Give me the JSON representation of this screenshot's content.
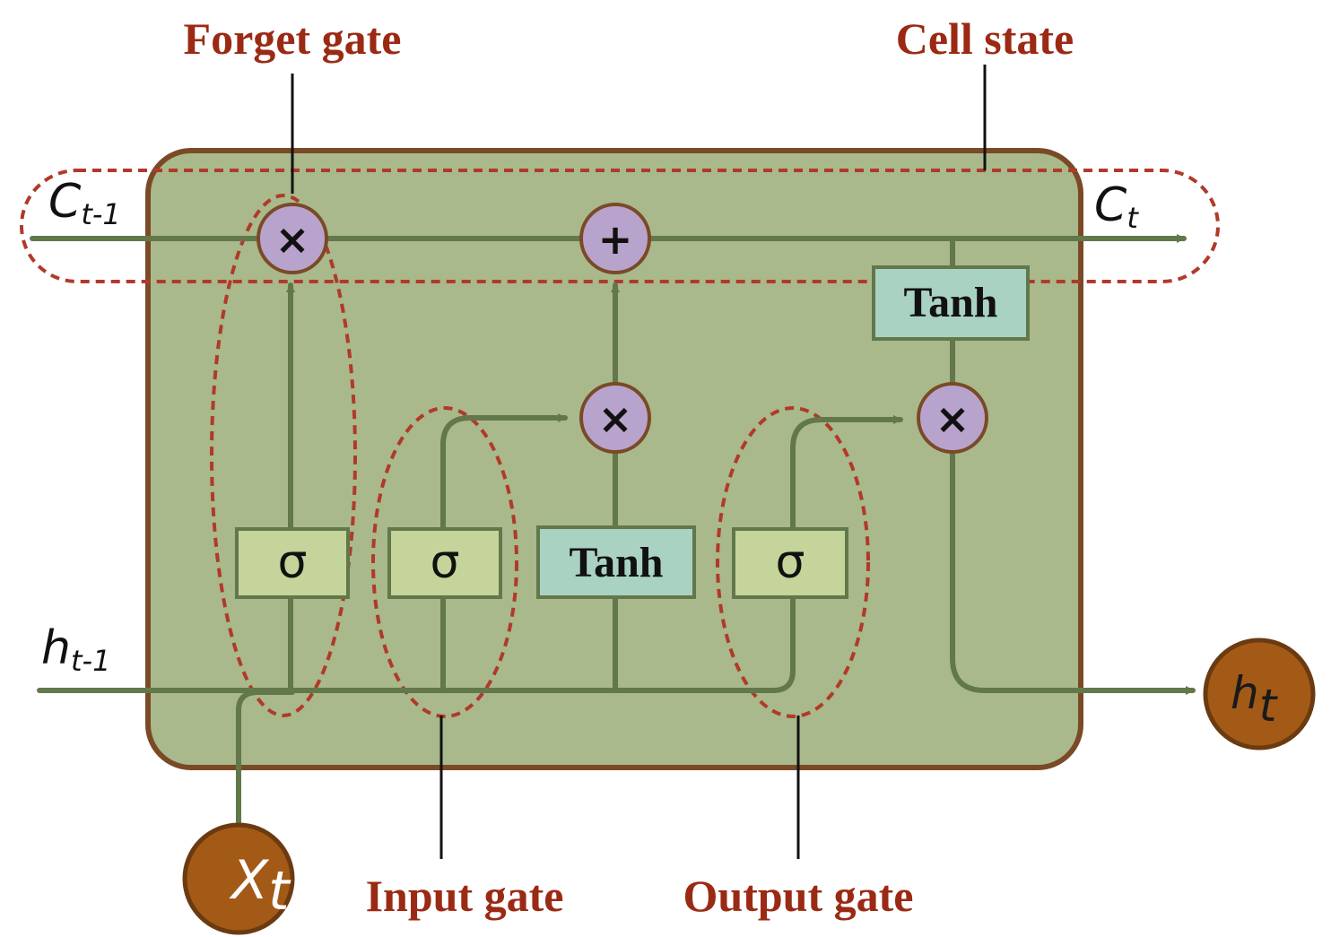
{
  "labels": {
    "forget_gate": "Forget gate",
    "cell_state": "Cell state",
    "input_gate": "Input gate",
    "output_gate": "Output gate"
  },
  "variables": {
    "c_prev_main": "C",
    "c_prev_sub": "t-1",
    "c_next_main": "C",
    "c_next_sub": "t",
    "h_prev_main": "h",
    "h_prev_sub": "t-1",
    "h_out_main": "h",
    "h_out_sub": "t",
    "x_in_main": "X",
    "x_in_sub": "t"
  },
  "blocks": {
    "sigma": "σ",
    "tanh": "Tanh"
  },
  "operators": {
    "multiply": "×",
    "add": "+"
  },
  "colors": {
    "cell_fill": "#a9b98b",
    "cell_border": "#7a4a26",
    "line": "#62784a",
    "dashed": "#b03a2a",
    "sigma_box": "#c4d49a",
    "tanh_box": "#a9d2c3",
    "op_circle": "#b8a3cc",
    "io_circle": "#a35a17",
    "callout_text": "#9b2a14"
  }
}
